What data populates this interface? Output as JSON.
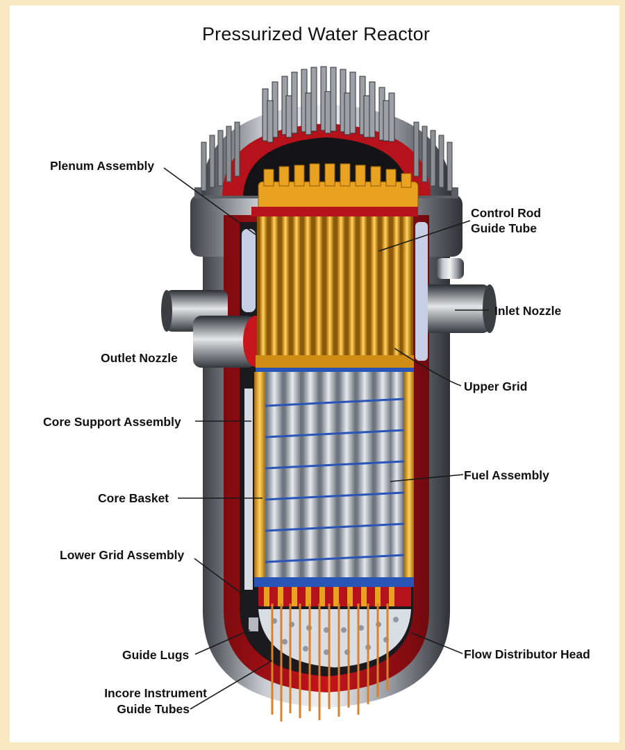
{
  "title": "Pressurized Water Reactor",
  "labels": {
    "plenum_assembly": "Plenum Assembly",
    "control_rod_guide_tube_line1": "Control Rod",
    "control_rod_guide_tube_line2": "Guide Tube",
    "inlet_nozzle": "Inlet Nozzle",
    "outlet_nozzle": "Outlet Nozzle",
    "upper_grid": "Upper Grid",
    "core_support_assembly": "Core Support Assembly",
    "fuel_assembly": "Fuel Assembly",
    "core_basket": "Core Basket",
    "lower_grid_assembly": "Lower Grid Assembly",
    "guide_lugs": "Guide Lugs",
    "flow_distributor_head": "Flow Distributor Head",
    "incore_instrument_guide_tubes_line1": "Incore Instrument",
    "incore_instrument_guide_tubes_line2": "Guide Tubes"
  },
  "colors": {
    "background": "#f8e8c2",
    "vessel_shell": "#b5121b",
    "internals_gold": "#e9a321",
    "fuel_steel": "#b9bfc8",
    "grid_blue": "#2a55b8",
    "metal": "#8c8f94"
  }
}
